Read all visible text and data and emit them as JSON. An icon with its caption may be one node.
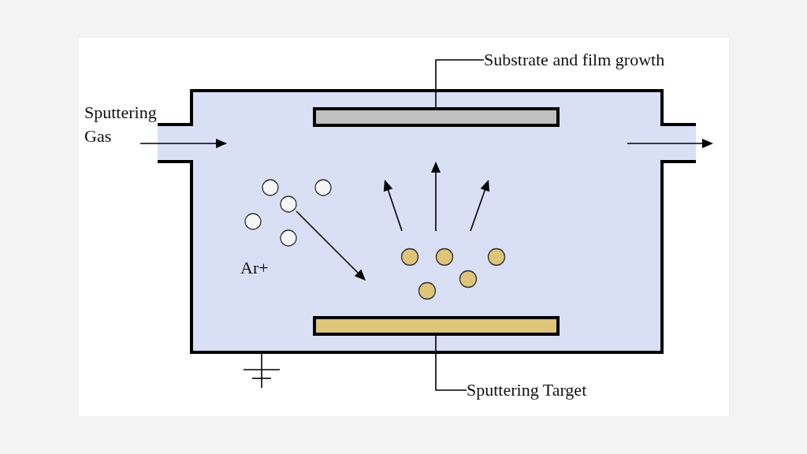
{
  "diagram": {
    "nodes": [
      {
        "text": [
          "Substrate and film growth"
        ]
      },
      {
        "text": [
          "Sputtering Gas"
        ]
      },
      {
        "text": [],
        "shape": "box"
      },
      {
        "text": [],
        "shape": "bar",
        "in": 2
      },
      {
        "text": [],
        "shape": "bar",
        "in": 2
      },
      {
        "text": [
          "Sputtering Target"
        ]
      }
    ],
    "edges": [
      {
        "from": 0,
        "to": 3,
        "arrow": "none"
      },
      {
        "from": 1,
        "to": null,
        "arrow": "to"
      },
      {
        "from": 5,
        "to": 4,
        "arrow": "none"
      }
    ],
    "labels": [
      "Ar+"
    ]
  }
}
